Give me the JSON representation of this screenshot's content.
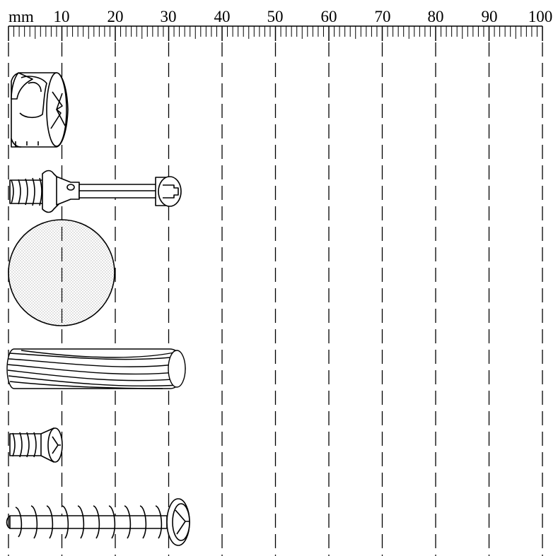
{
  "ruler": {
    "unit_label": "mm",
    "labels": [
      "10",
      "20",
      "30",
      "40",
      "50",
      "60",
      "70",
      "80",
      "90",
      "100"
    ],
    "min": 0,
    "max": 100,
    "minor_step": 1,
    "major_step": 10
  },
  "colors": {
    "ink": "#000000",
    "paper": "#ffffff",
    "stipple": "#6b6b6b"
  },
  "items": [
    {
      "name": "cam-lock-nut-drawing",
      "length_mm": 10
    },
    {
      "name": "cam-bolt-connector-drawing",
      "length_mm": 31
    },
    {
      "name": "round-cover-cap-drawing",
      "length_mm": 20
    },
    {
      "name": "fluted-wooden-dowel-drawing",
      "length_mm": 33
    },
    {
      "name": "short-confirmat-screw-drawing",
      "length_mm": 10
    },
    {
      "name": "long-confirmat-screw-drawing",
      "length_mm": 35
    }
  ]
}
